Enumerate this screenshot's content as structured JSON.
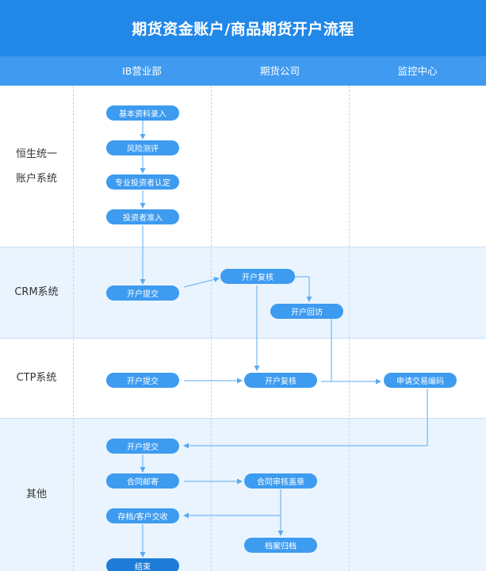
{
  "title": "期货资金账户/商品期货开户流程",
  "columns": {
    "ib": "IB营业部",
    "futures": "期货公司",
    "monitor": "监控中心"
  },
  "lanes": {
    "hengsheng": "恒生统一\n账户系统",
    "crm": "CRM系统",
    "ctp": "CTP系统",
    "other": "其他"
  },
  "nodes": {
    "basic_info": "基本资料录入",
    "risk_test": "风险测评",
    "pro_investor": "专业投资者认定",
    "investor_access": "投资者准入",
    "crm_submit": "开户提交",
    "crm_review": "开户复核",
    "crm_callback": "开户回访",
    "ctp_submit": "开户提交",
    "ctp_review": "开户复核",
    "trade_code": "申请交易编码",
    "other_submit": "开户提交",
    "contract_mail": "合同邮寄",
    "contract_review": "合同审核盖章",
    "archive_receive": "存档/客户交收",
    "archive": "档案归档",
    "end": "结束"
  },
  "colors": {
    "header": "#2188e8",
    "subheader": "#3f9af0",
    "pill": "#3d9bf0",
    "end": "#1f7bd8",
    "arrow": "#5aaaf0",
    "band": "#eaf4fe"
  }
}
